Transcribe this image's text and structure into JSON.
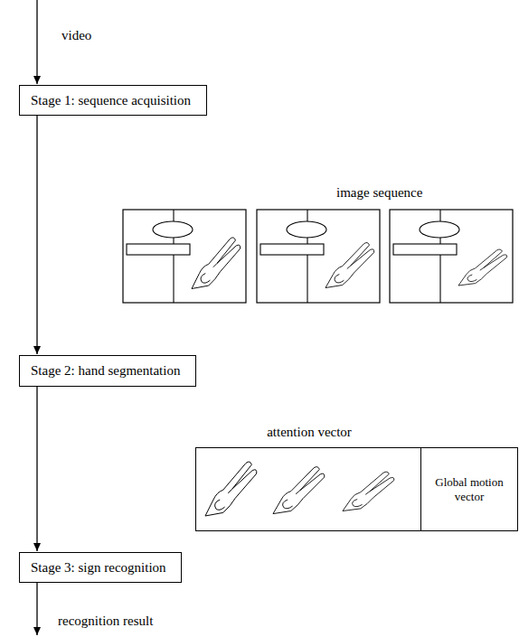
{
  "diagram": {
    "nodes": [
      {
        "text": [
          "Stage 1: sequence acquisition"
        ]
      },
      {
        "text": [
          "Stage 2: hand segmentation"
        ]
      },
      {
        "text": [
          "attention vector",
          "Global motion vector"
        ]
      },
      {
        "text": [
          "Stage 3: sign recognition"
        ]
      }
    ],
    "edges": [
      {
        "from": 0,
        "to": 1,
        "arrow": "to"
      },
      {
        "from": 1,
        "to": 3,
        "arrow": "to"
      }
    ],
    "labels": [
      "video",
      "image sequence",
      "recognition result"
    ]
  }
}
